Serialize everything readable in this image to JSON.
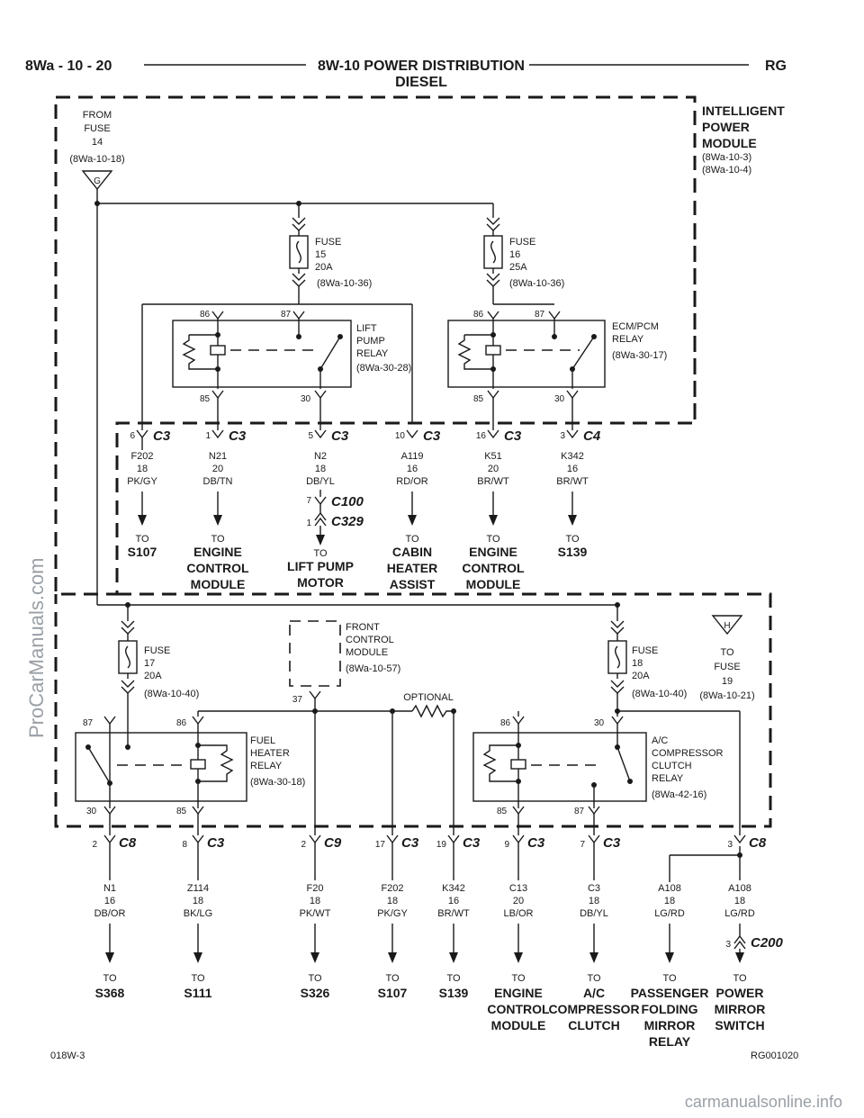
{
  "header": {
    "page_ref": "8Wa - 10 - 20",
    "title_line1": "8W-10 POWER DISTRIBUTION",
    "title_line2": "DIESEL",
    "code": "RG"
  },
  "footer": {
    "left": "018W-3",
    "right": "RG001020"
  },
  "watermarks": {
    "side": "ProCarManuals.com",
    "bottom": "carmanualsonline.info"
  },
  "top_left_source": {
    "from": "FROM",
    "fuse": "FUSE",
    "number": "14",
    "ref": "(8Wa-10-18)",
    "terminal": "G"
  },
  "ipm": {
    "line1": "INTELLIGENT",
    "line2": "POWER",
    "line3": "MODULE",
    "ref1": "(8Wa-10-3)",
    "ref2": "(8Wa-10-4)"
  },
  "fuse15": {
    "l1": "FUSE",
    "l2": "15",
    "l3": "20A",
    "ref": "(8Wa-10-36)"
  },
  "fuse16": {
    "l1": "FUSE",
    "l2": "16",
    "l3": "25A",
    "ref": "(8Wa-10-36)"
  },
  "fuse17": {
    "l1": "FUSE",
    "l2": "17",
    "l3": "20A",
    "ref": "(8Wa-10-40)"
  },
  "fuse18": {
    "l1": "FUSE",
    "l2": "18",
    "l3": "20A",
    "ref": "(8Wa-10-40)"
  },
  "lift_relay": {
    "l1": "LIFT",
    "l2": "PUMP",
    "l3": "RELAY",
    "ref": "(8Wa-30-28)",
    "p86": "86",
    "p87": "87",
    "p85": "85",
    "p30": "30"
  },
  "ecm_relay": {
    "l1": "ECM/PCM",
    "l2": "RELAY",
    "ref": "(8Wa-30-17)",
    "p86": "86",
    "p87": "87",
    "p85": "85",
    "p30": "30"
  },
  "fuel_relay": {
    "l1": "FUEL",
    "l2": "HEATER",
    "l3": "RELAY",
    "ref": "(8Wa-30-18)",
    "p87": "87",
    "p86": "86",
    "p30": "30",
    "p85": "85"
  },
  "ac_relay": {
    "l1": "A/C",
    "l2": "COMPRESSOR",
    "l3": "CLUTCH",
    "l4": "RELAY",
    "ref": "(8Wa-42-16)",
    "p86": "86",
    "p30": "30",
    "p85": "85",
    "p87": "87"
  },
  "fcm": {
    "l1": "FRONT",
    "l2": "CONTROL",
    "l3": "MODULE",
    "ref": "(8Wa-10-57)",
    "pin": "37"
  },
  "optional": "OPTIONAL",
  "to_fuse19": {
    "terminal": "H",
    "l1": "TO",
    "l2": "FUSE",
    "l3": "19",
    "ref": "(8Wa-10-21)"
  },
  "top_outputs": [
    {
      "pin": "6",
      "conn": "C3",
      "circuit": "F202",
      "gauge": "18",
      "color": "PK/GY",
      "to": "TO",
      "dest": [
        "S107"
      ]
    },
    {
      "pin": "1",
      "conn": "C3",
      "circuit": "N21",
      "gauge": "20",
      "color": "DB/TN",
      "to": "TO",
      "dest": [
        "ENGINE",
        "CONTROL",
        "MODULE"
      ]
    },
    {
      "pin": "5",
      "conn": "C3",
      "circuit": "N2",
      "gauge": "18",
      "color": "DB/YL",
      "to": "TO",
      "dest": [
        "LIFT PUMP",
        "MOTOR"
      ]
    },
    {
      "pin": "10",
      "conn": "C3",
      "circuit": "A119",
      "gauge": "16",
      "color": "RD/OR",
      "to": "TO",
      "dest": [
        "CABIN",
        "HEATER",
        "ASSIST"
      ]
    },
    {
      "pin": "16",
      "conn": "C3",
      "circuit": "K51",
      "gauge": "20",
      "color": "BR/WT",
      "to": "TO",
      "dest": [
        "ENGINE",
        "CONTROL",
        "MODULE"
      ]
    },
    {
      "pin": "3",
      "conn": "C4",
      "circuit": "K342",
      "gauge": "16",
      "color": "BR/WT",
      "to": "TO",
      "dest": [
        "S139"
      ]
    }
  ],
  "inline_connectors": {
    "c100": {
      "pin": "7",
      "name": "C100"
    },
    "c329": {
      "pin": "1",
      "name": "C329"
    },
    "c200": {
      "pin": "3",
      "name": "C200"
    }
  },
  "bottom_outputs": [
    {
      "pin": "2",
      "conn": "C8",
      "circuit": "N1",
      "gauge": "16",
      "color": "DB/OR",
      "to": "TO",
      "dest": [
        "S368"
      ]
    },
    {
      "pin": "8",
      "conn": "C3",
      "circuit": "Z114",
      "gauge": "18",
      "color": "BK/LG",
      "to": "TO",
      "dest": [
        "S111"
      ]
    },
    {
      "pin": "2",
      "conn": "C9",
      "circuit": "F20",
      "gauge": "18",
      "color": "PK/WT",
      "to": "TO",
      "dest": [
        "S326"
      ]
    },
    {
      "pin": "17",
      "conn": "C3",
      "circuit": "F202",
      "gauge": "18",
      "color": "PK/GY",
      "to": "TO",
      "dest": [
        "S107"
      ]
    },
    {
      "pin": "19",
      "conn": "C3",
      "circuit": "K342",
      "gauge": "16",
      "color": "BR/WT",
      "to": "TO",
      "dest": [
        "S139"
      ]
    },
    {
      "pin": "9",
      "conn": "C3",
      "circuit": "C13",
      "gauge": "20",
      "color": "LB/OR",
      "to": "TO",
      "dest": [
        "ENGINE",
        "CONTROL",
        "MODULE"
      ]
    },
    {
      "pin": "7",
      "conn": "C3",
      "circuit": "C3",
      "gauge": "18",
      "color": "DB/YL",
      "to": "TO",
      "dest": [
        "A/C",
        "COMPRESSOR",
        "CLUTCH"
      ]
    },
    {
      "pin": "",
      "conn": "",
      "circuit": "A108",
      "gauge": "18",
      "color": "LG/RD",
      "to": "TO",
      "dest": [
        "PASSENGER",
        "FOLDING",
        "MIRROR",
        "RELAY"
      ]
    },
    {
      "pin": "3",
      "conn": "C8",
      "circuit": "A108",
      "gauge": "18",
      "color": "LG/RD",
      "to": "TO",
      "dest": [
        "POWER",
        "MIRROR",
        "SWITCH"
      ]
    }
  ]
}
